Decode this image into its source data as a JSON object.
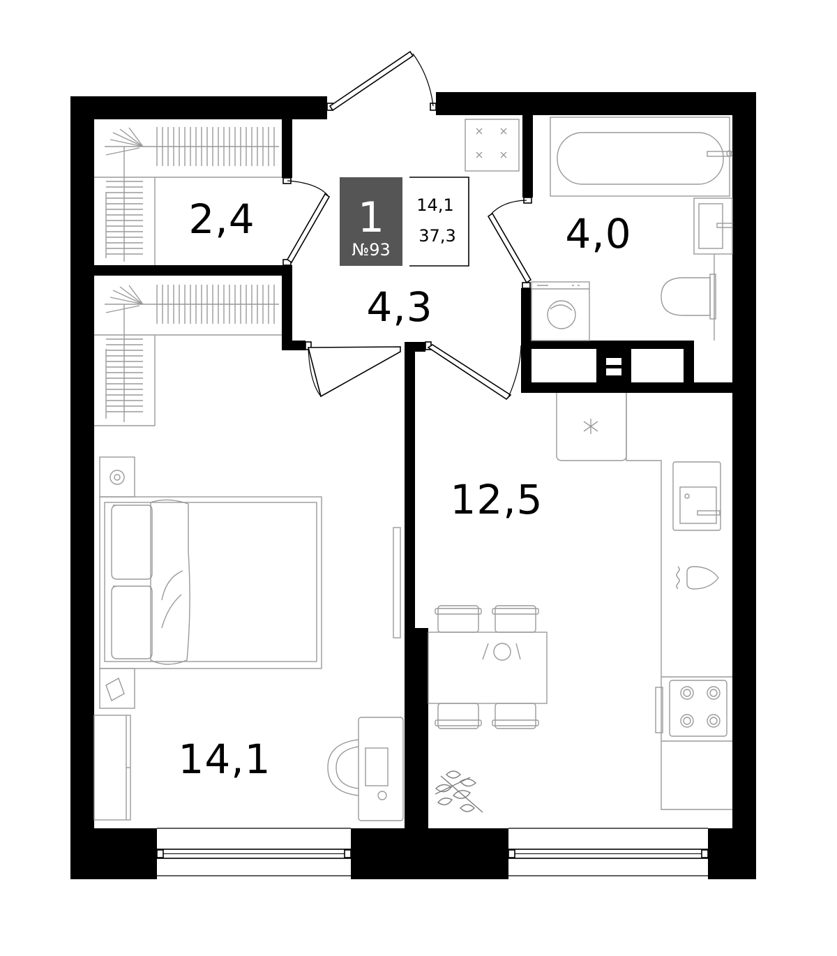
{
  "badge": {
    "rooms": "1",
    "apartment_number": "№93",
    "living_area": "14,1",
    "total_area": "37,3",
    "color": "#555555"
  },
  "rooms": {
    "wardrobe_top": "2,4",
    "hall": "4,3",
    "bathroom": "4,0",
    "kitchen": "12,5",
    "bedroom": "14,1"
  }
}
